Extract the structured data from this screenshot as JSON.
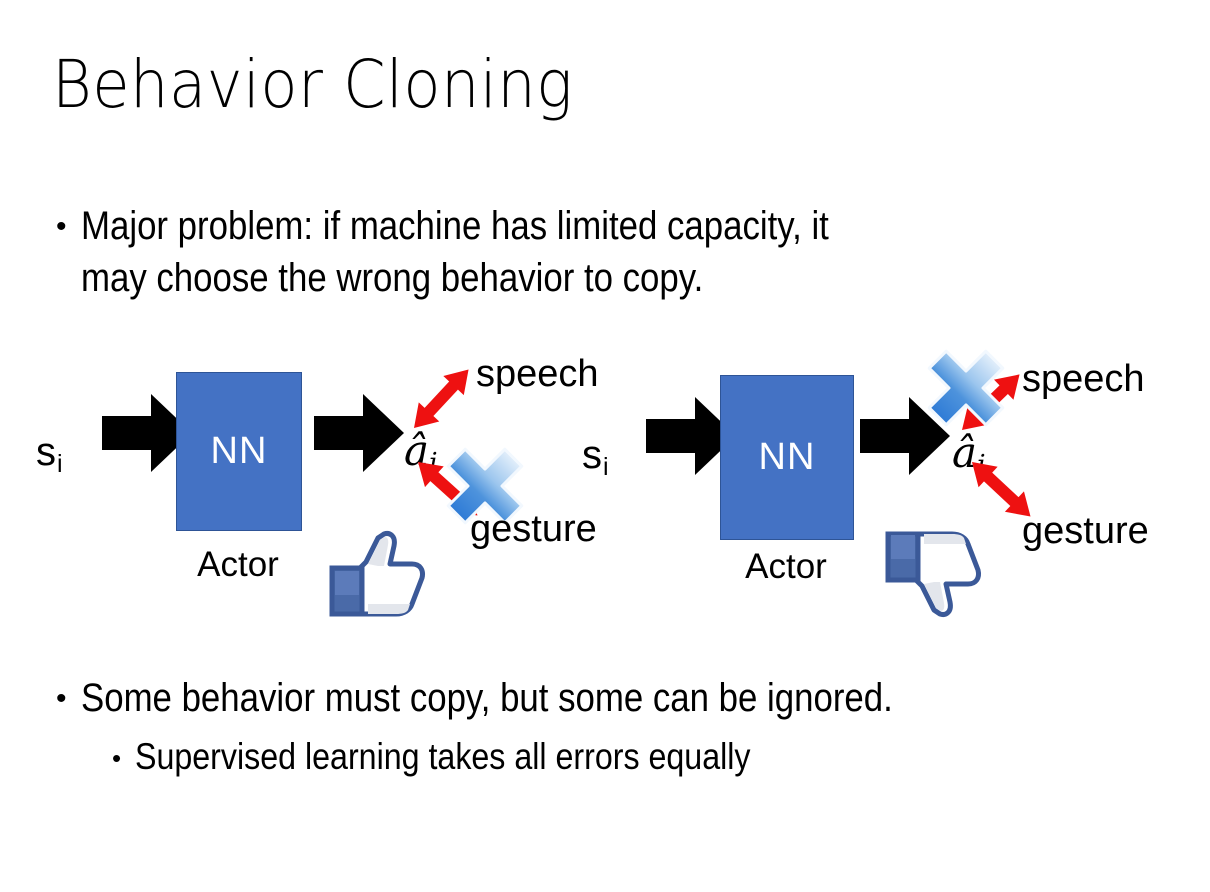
{
  "slide": {
    "title": "Behavior Cloning",
    "background_color": "#FFFFFF"
  },
  "bullets": {
    "top": {
      "marker": "•",
      "text": "Major problem: if machine has limited capacity, it\nmay choose the wrong behavior to copy."
    },
    "bottom_level1": {
      "marker": "•",
      "text": "Some behavior must copy, but some can be ignored."
    },
    "bottom_level2": {
      "marker": "•",
      "text": "Supervised learning takes all errors equally"
    }
  },
  "colors": {
    "nn_fill": "#4472C4",
    "nn_border": "#2E5496",
    "arrow_black": "#000000",
    "arrow_red": "#EE1111",
    "cross_blue_light": "#BBD7F4",
    "cross_blue_dark": "#2E7BD6",
    "thumb_blue": "#3B5998",
    "text_black": "#000000"
  },
  "diagrams": [
    {
      "id": "behavior-cloning-correct",
      "state_label": "s",
      "state_subscript": "i",
      "network_label": "NN",
      "network_caption": "Actor",
      "action_label": "â",
      "action_subscript": "i",
      "branches": [
        {
          "name": "speech-branch",
          "label": "speech",
          "direction": "up",
          "crossed_out": false
        },
        {
          "name": "gesture-branch",
          "label": "gesture",
          "direction": "down",
          "crossed_out": true
        }
      ],
      "feedback_icon": "thumbs-up-icon",
      "feedback_value": "positive"
    },
    {
      "id": "behavior-cloning-wrong",
      "state_label": "s",
      "state_subscript": "i",
      "network_label": "NN",
      "network_caption": "Actor",
      "action_label": "â",
      "action_subscript": "i",
      "branches": [
        {
          "name": "speech-branch",
          "label": "speech",
          "direction": "up",
          "crossed_out": true
        },
        {
          "name": "gesture-branch",
          "label": "gesture",
          "direction": "down",
          "crossed_out": false
        }
      ],
      "feedback_icon": "thumbs-down-icon",
      "feedback_value": "negative"
    }
  ]
}
